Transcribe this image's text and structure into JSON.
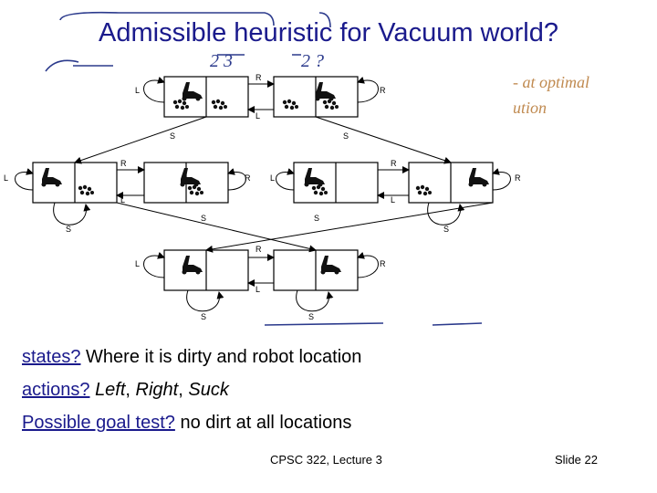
{
  "title": "Admissible heuristic for Vacuum world?",
  "annotations": {
    "left_number": "2 3",
    "right_number": "2 ?",
    "side_note_1": "- at optimal",
    "side_note_2": "ution"
  },
  "diagram": {
    "labels": {
      "left": "L",
      "right": "R",
      "suck": "S"
    }
  },
  "bullets": [
    {
      "term": "states?",
      "text": "Where it is dirty and robot location"
    },
    {
      "term": "actions?",
      "items": [
        "Left",
        "Right",
        "Suck"
      ],
      "sep": ", "
    },
    {
      "term": "Possible goal test?",
      "text": "no dirt at all locations"
    }
  ],
  "footer": {
    "course": "CPSC 322, Lecture 3",
    "slide": "Slide 22"
  },
  "colors": {
    "title": "#1a1a8c",
    "ink": "#2b3a8c"
  }
}
